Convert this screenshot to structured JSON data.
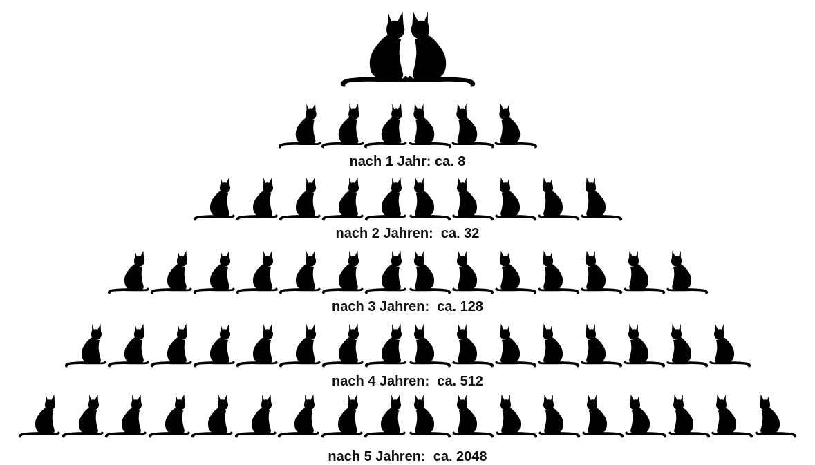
{
  "diagram": {
    "icon": "sitting-cat-silhouette-icon",
    "color": "#000000",
    "levels": [
      {
        "cat_count": 2,
        "caption": ""
      },
      {
        "cat_count": 6,
        "caption": "nach 1 Jahr: ca. 8"
      },
      {
        "cat_count": 10,
        "caption": "nach 2 Jahren:  ca. 32"
      },
      {
        "cat_count": 14,
        "caption": "nach 3 Jahren:  ca. 128"
      },
      {
        "cat_count": 16,
        "caption": "nach 4 Jahren:  ca. 512"
      },
      {
        "cat_count": 18,
        "caption": "nach 5 Jahren:  ca. 2048"
      }
    ]
  }
}
